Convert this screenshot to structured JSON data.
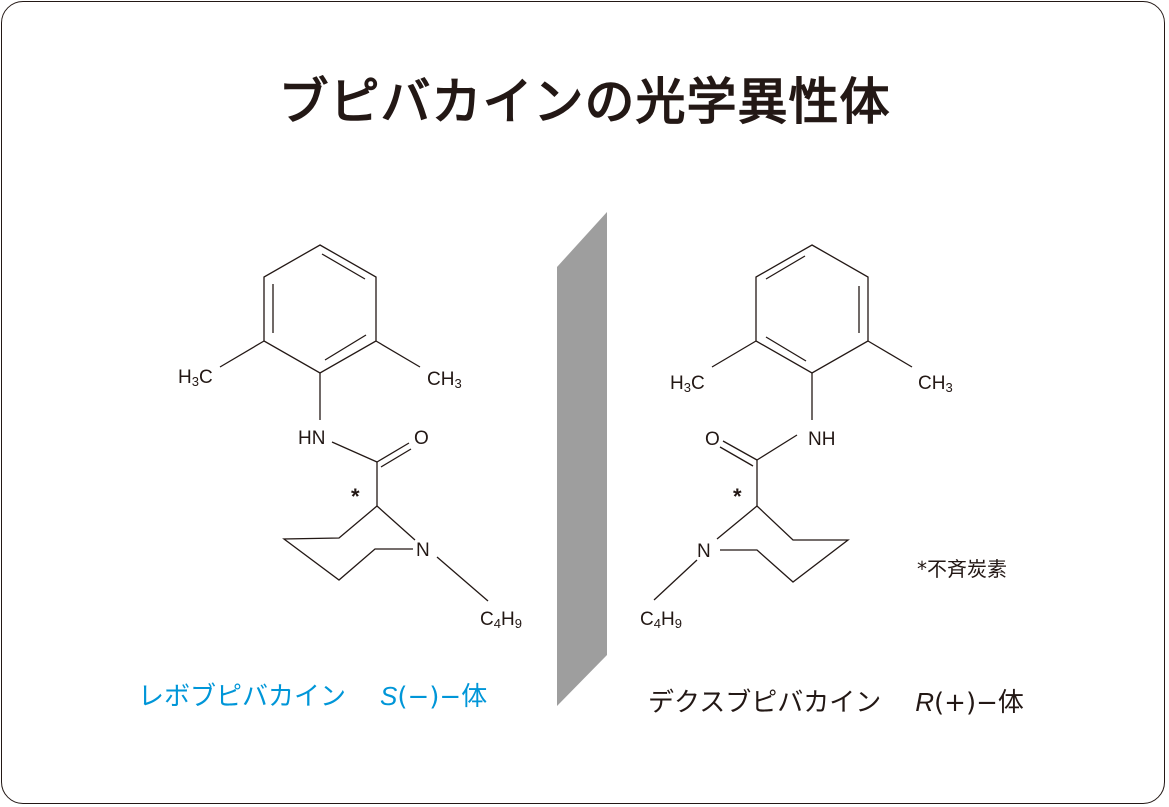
{
  "title": "ブピバカインの光学異性体",
  "colors": {
    "text": "#231815",
    "levo_caption": "#0096d8",
    "mirror_plane": "#9e9e9e",
    "border": "#231815"
  },
  "left_molecule": {
    "name": "レボブピバカイン",
    "config_letter": "S",
    "config_sign": "(−)−体",
    "labels": {
      "methyl_left": "H3C",
      "methyl_right": "CH3",
      "amide_nh": "HN",
      "carbonyl_o": "O",
      "ring_n": "N",
      "butyl": "C4H9",
      "chiral_marker": "*"
    }
  },
  "right_molecule": {
    "name": "デクスブピバカイン",
    "config_letter": "R",
    "config_sign": "(+)−体",
    "labels": {
      "methyl_left": "H3C",
      "methyl_right": "CH3",
      "amide_nh": "NH",
      "carbonyl_o": "O",
      "ring_n": "N",
      "butyl": "C4H9",
      "chiral_marker": "*"
    }
  },
  "legend": {
    "note": "*不斉炭素"
  },
  "mirror_plane": {
    "label": "mirror-plane"
  }
}
